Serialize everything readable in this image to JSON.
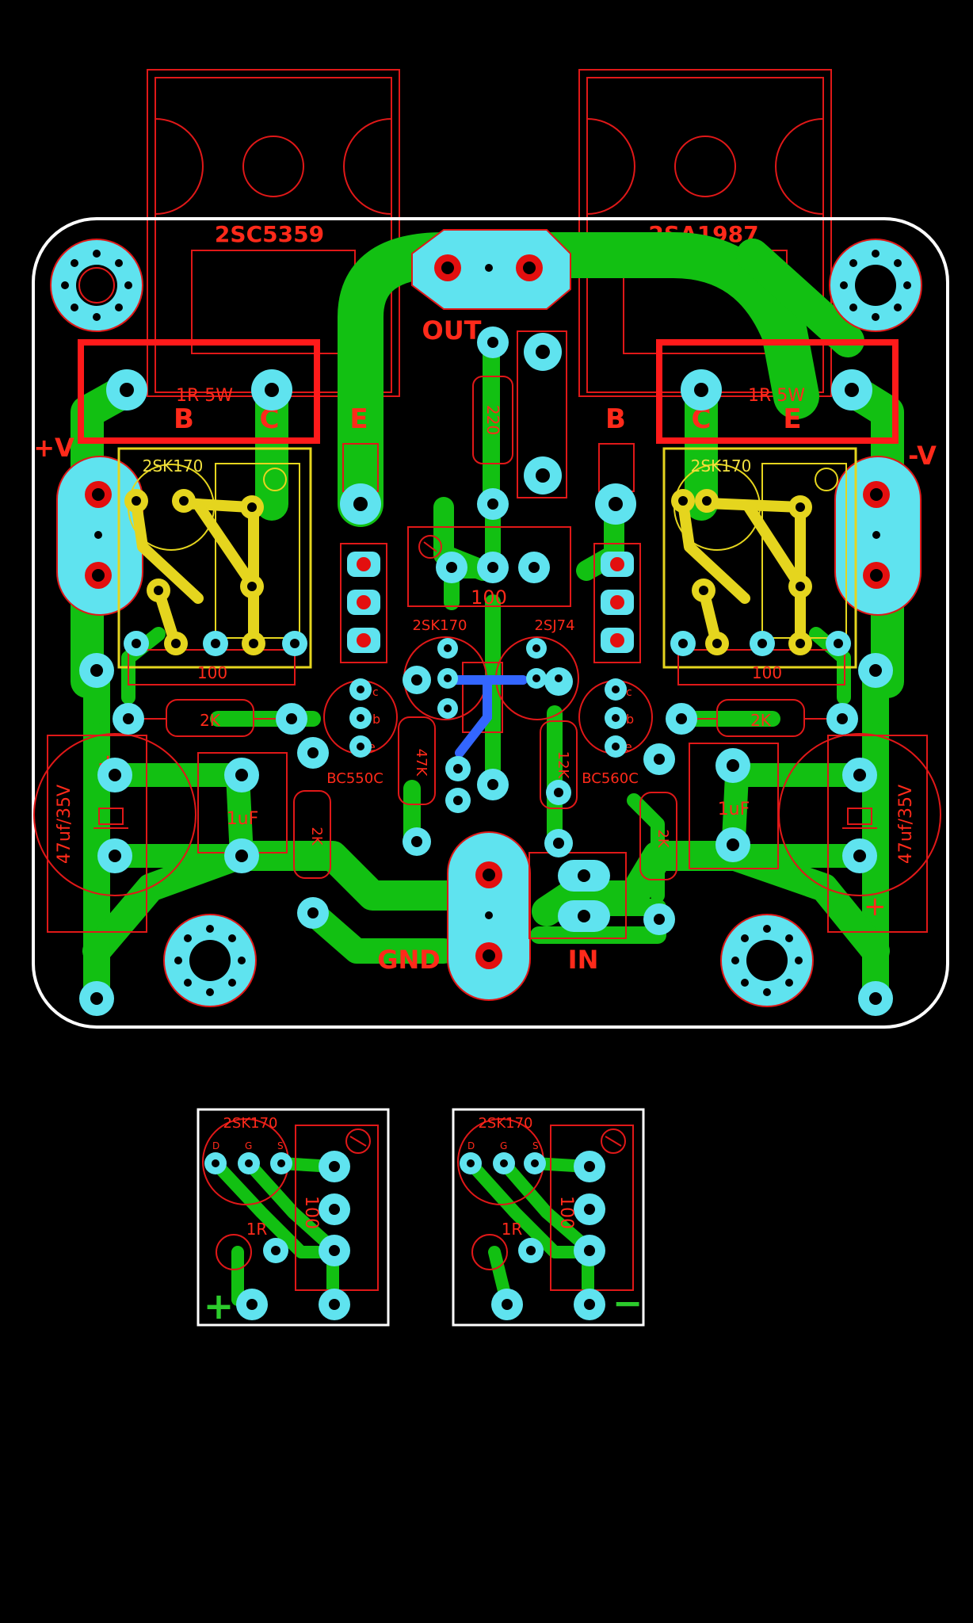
{
  "colors": {
    "background": "#000000",
    "copper": "#12c012",
    "pad": "#5fe3ef",
    "silkscreen": "#ff2a1a",
    "top_layer": "#e5d51e",
    "outline": "#ffffff",
    "jumper": "#3366ff"
  },
  "labels": {
    "q_npn": "2SC5359",
    "q_pnp": "2SA1987",
    "out": "OUT",
    "gnd": "GND",
    "in": "IN",
    "plus_v": "+V",
    "minus_v": "-V",
    "r_emitter_l": "1R 5W",
    "r_emitter_r": "1R 5W",
    "pin_b_l": "B",
    "pin_c_l": "C",
    "pin_e_l": "E",
    "pin_b_r": "B",
    "pin_c_r": "C",
    "pin_e_r": "E",
    "jfet_l": "2SK170",
    "jfet_r": "2SK170",
    "r220": "220",
    "pot_center": "100",
    "pot_l": "100",
    "pot_r": "100",
    "jfet_center_l": "2SK170",
    "jfet_center_r": "2SJ74",
    "res_2k_l": "2K",
    "res_2k_r": "2K",
    "bjt_l": "BC550C",
    "bjt_r": "BC560C",
    "res_47k": "47K",
    "res_12k": "12K",
    "res_2k_v_l": "2K",
    "res_2k_v_r": "2K",
    "cap_l": "1uF",
    "cap_r": "1uF",
    "ecap_l": "47uf/35V",
    "ecap_r": "47uf/35V",
    "pin_c": "c",
    "pin_b": "b",
    "pin_e": "e",
    "mini_jfet_1": "2SK170",
    "mini_jfet_2": "2SK170",
    "mini_pot_1": "100",
    "mini_pot_2": "100",
    "mini_r_1": "1R",
    "mini_r_2": "1R",
    "jfet_pins_d": "D",
    "jfet_pins_g": "G",
    "jfet_pins_s": "S",
    "mini_plus": "+",
    "mini_minus": "−"
  }
}
